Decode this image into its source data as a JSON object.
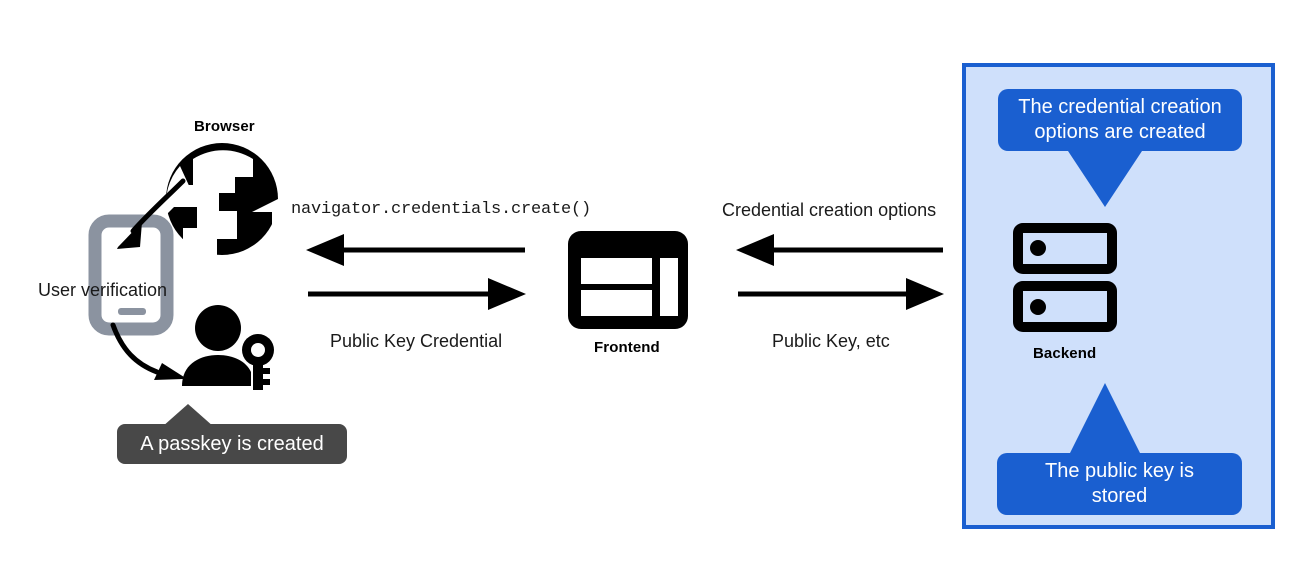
{
  "diagram": {
    "title": "WebAuthn passkey registration flow",
    "background": "#ffffff",
    "colors": {
      "accent_blue": "#1a5fd0",
      "panel_fill": "#cfe0fb",
      "tooltip_dark": "#484848",
      "icon_black": "#000000",
      "phone_gray": "#8b93a0",
      "text_black": "#1a1a1a"
    }
  },
  "client": {
    "browser_label": "Browser",
    "user_verification_label": "User verification",
    "passkey_tooltip": "A passkey is created",
    "browser_icon": "globe-icon",
    "phone_icon": "smartphone-icon",
    "user_key_icon": "person-with-key-icon"
  },
  "frontend": {
    "label": "Frontend",
    "icon": "dashboard-layout-icon"
  },
  "backend": {
    "label": "Backend",
    "icon": "server-rack-icon",
    "callout_top": "The credential creation options are created",
    "callout_top_line1": "The credential creation",
    "callout_top_line2": "options are created",
    "callout_bottom": "The public key is stored",
    "callout_bottom_line1": "The public key is",
    "callout_bottom_line2": "stored"
  },
  "flows": {
    "left": {
      "top_label": "navigator.credentials.create()",
      "top_direction": "left",
      "bottom_label": "Public Key Credential",
      "bottom_direction": "right"
    },
    "right": {
      "top_label": "Credential creation options",
      "top_direction": "left",
      "bottom_label": "Public Key, etc",
      "bottom_direction": "right"
    }
  }
}
